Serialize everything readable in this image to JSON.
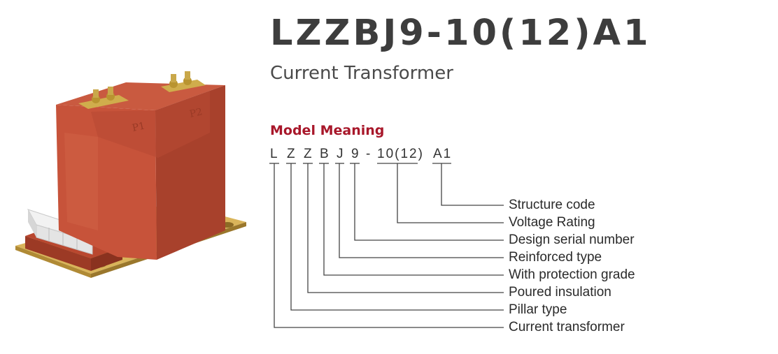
{
  "header": {
    "model": "LZZBJ9-10(12)A1",
    "product_type": "Current Transformer"
  },
  "model_meaning": {
    "title": "Model Meaning",
    "segments": [
      {
        "code": "L",
        "meaning": "Current transformer"
      },
      {
        "code": "Z",
        "meaning": "Pillar type"
      },
      {
        "code": "Z",
        "meaning": "Poured insulation"
      },
      {
        "code": "B",
        "meaning": "With protection grade"
      },
      {
        "code": "J",
        "meaning": "Reinforced type"
      },
      {
        "code": "9",
        "meaning": "Design serial number"
      },
      {
        "code": "10(12)",
        "meaning": "Voltage Rating"
      },
      {
        "code": "A1",
        "meaning": "Structure code"
      }
    ],
    "separator": "-"
  },
  "product_image": {
    "terminal_labels": [
      "P1",
      "P2"
    ],
    "colors": {
      "body": "#c7533a",
      "body_dark": "#a8412c",
      "base_plate": "#d9b45a",
      "terminal": "#c9a84a"
    }
  },
  "colors": {
    "heading": "#3d3d3d",
    "accent": "#a8172a",
    "text": "#2a2a2a",
    "lines": "#444444"
  }
}
